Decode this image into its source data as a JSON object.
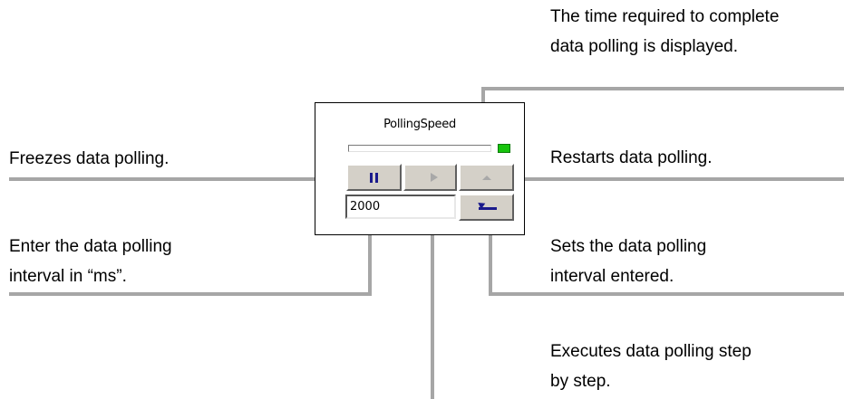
{
  "panel": {
    "title": "PollingSpeed",
    "interval_value": "2000",
    "status_color": "#17c40d",
    "buttons": {
      "pause_icon": "pause-icon",
      "step_icon": "play-icon",
      "restart_icon": "up-arrow-icon",
      "set_icon": "enter-arrow-icon"
    }
  },
  "callouts": {
    "time_line1": "The time required to complete",
    "time_line2": "data polling is displayed.",
    "freeze": "Freezes data polling.",
    "restart": "Restarts data polling.",
    "interval_line1": "Enter the data polling",
    "interval_line2": "interval in “ms”.",
    "set_line1": "Sets the data polling",
    "set_line2": "interval entered.",
    "step_line1": "Executes data polling step",
    "step_line2": "by step."
  },
  "colors": {
    "leader_lines": "#a6a6a6"
  }
}
